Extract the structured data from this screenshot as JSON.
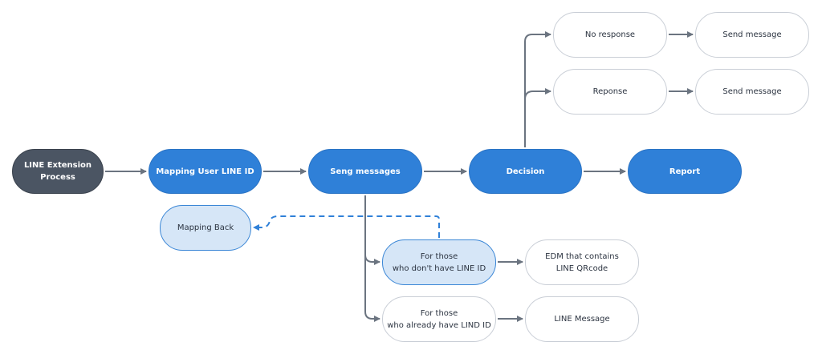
{
  "diagram": {
    "colors": {
      "dark_fill": "#4b5563",
      "primary_fill": "#2f80d8",
      "highlight_fill": "#d6e6f7",
      "highlight_border": "#3a86d6",
      "neutral_border": "#c9ced6",
      "arrow": "#6b7480",
      "dashed_arrow": "#2f80d8"
    },
    "nodes": {
      "line_extension": "LINE Extension\nProcess",
      "mapping_user": "Mapping User LINE ID",
      "seng_messages": "Seng messages",
      "decision": "Decision",
      "report": "Report",
      "no_response": "No response",
      "send_message_1": "Send message",
      "reponse": "Reponse",
      "send_message_2": "Send message",
      "mapping_back": "Mapping Back",
      "no_line_id": "For those\nwho don't have LINE ID",
      "edm": "EDM that contains\nLINE QRcode",
      "have_lind_id": "For those\nwho already have LIND ID",
      "line_message": "LINE Message"
    },
    "edges": [
      {
        "from": "line_extension",
        "to": "mapping_user",
        "style": "solid"
      },
      {
        "from": "mapping_user",
        "to": "seng_messages",
        "style": "solid"
      },
      {
        "from": "seng_messages",
        "to": "decision",
        "style": "solid"
      },
      {
        "from": "decision",
        "to": "report",
        "style": "solid"
      },
      {
        "from": "decision",
        "to": "no_response",
        "style": "solid"
      },
      {
        "from": "decision",
        "to": "reponse",
        "style": "solid"
      },
      {
        "from": "no_response",
        "to": "send_message_1",
        "style": "solid"
      },
      {
        "from": "reponse",
        "to": "send_message_2",
        "style": "solid"
      },
      {
        "from": "seng_messages",
        "to": "no_line_id",
        "style": "solid"
      },
      {
        "from": "seng_messages",
        "to": "have_lind_id",
        "style": "solid"
      },
      {
        "from": "no_line_id",
        "to": "edm",
        "style": "solid"
      },
      {
        "from": "have_lind_id",
        "to": "line_message",
        "style": "solid"
      },
      {
        "from": "no_line_id",
        "to": "mapping_back",
        "style": "dashed"
      }
    ]
  }
}
